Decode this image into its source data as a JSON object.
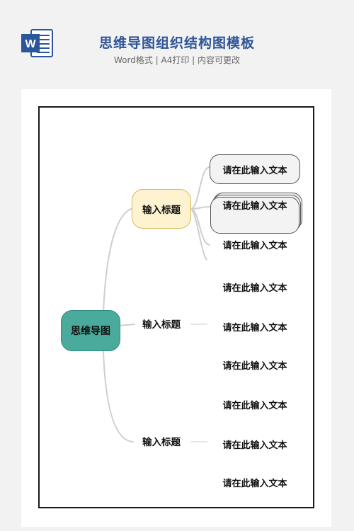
{
  "header": {
    "title": "思维导图组织结构图模板",
    "subtitle": "Word格式 | A4打印 | 内容可更改",
    "logo_letter": "W"
  },
  "mindmap": {
    "center": "思维导图",
    "branches": [
      {
        "label": "输入标题"
      },
      {
        "label": "输入标题"
      },
      {
        "label": "输入标题"
      }
    ],
    "leaves": [
      "请在此输入文本",
      "请在此输入文本",
      "请在此输入文本",
      "请在此输入文本",
      "请在此输入文本",
      "请在此输入文本",
      "请在此输入文本",
      "请在此输入文本",
      "请在此输入文本"
    ]
  },
  "colors": {
    "title": "#2f5597",
    "center_fill": "#4aab9c",
    "branch_fill": "#fdf3d0",
    "leaf_fill": "#f3f3f3",
    "word_blue": "#2b579a"
  }
}
